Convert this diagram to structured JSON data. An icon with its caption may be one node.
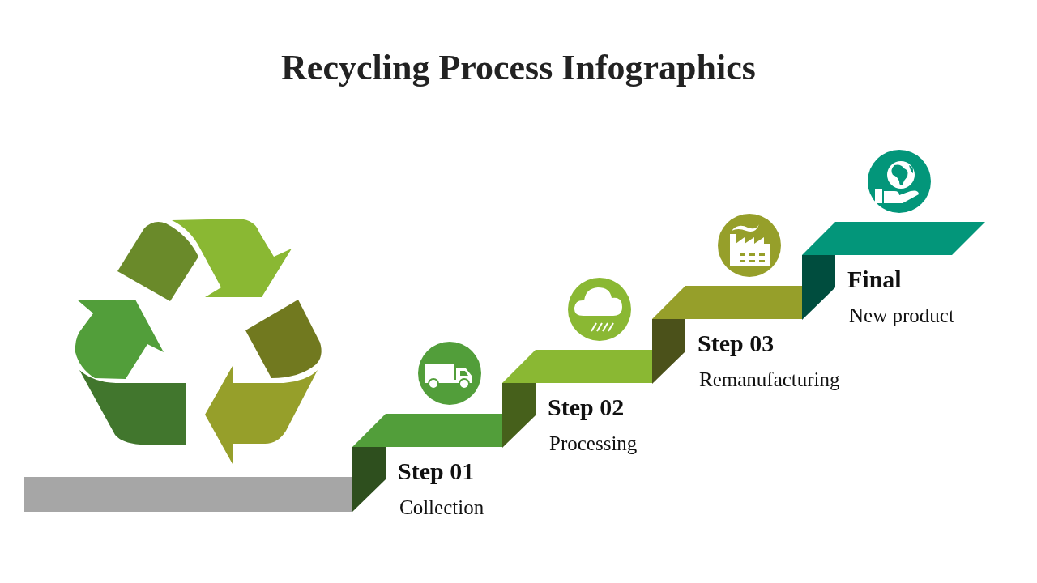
{
  "diagram": {
    "title": "Recycling Process Infographics",
    "nodes": [
      {
        "text": [
          "Step 01",
          "Collection"
        ]
      },
      {
        "text": [
          "Step 02",
          "Processing"
        ]
      },
      {
        "text": [
          "Step 03",
          "Remanufacturing"
        ]
      },
      {
        "text": [
          "Final",
          "New product"
        ]
      }
    ]
  }
}
